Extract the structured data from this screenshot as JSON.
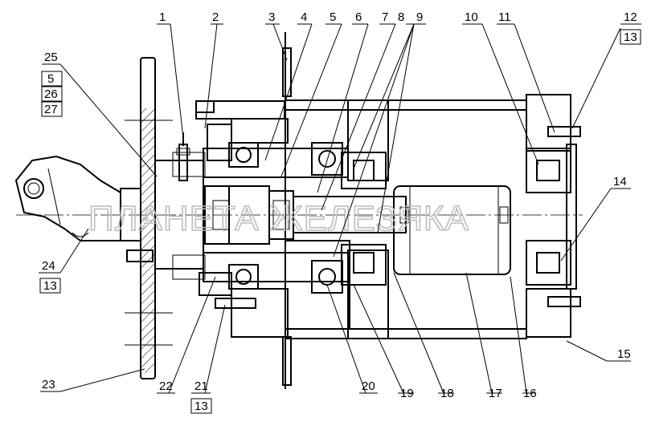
{
  "watermark": "ПЛАНЕТА ЖЕЛЕЗЯКА",
  "labels": {
    "l1": "1",
    "l2": "2",
    "l3": "3",
    "l4": "4",
    "l5": "5",
    "l6": "6",
    "l7": "7",
    "l8": "8",
    "l9": "9",
    "l10": "10",
    "l11": "11",
    "l12": "12",
    "l13a": "13",
    "l14": "14",
    "l15": "15",
    "l16": "16",
    "l17": "17",
    "l18": "18",
    "l19": "19",
    "l20": "20",
    "l21": "21",
    "l13b": "13",
    "l22": "22",
    "l23": "23",
    "l24": "24",
    "l13c": "13",
    "l25": "25",
    "l5b": "5",
    "l26": "26",
    "l27": "27"
  }
}
